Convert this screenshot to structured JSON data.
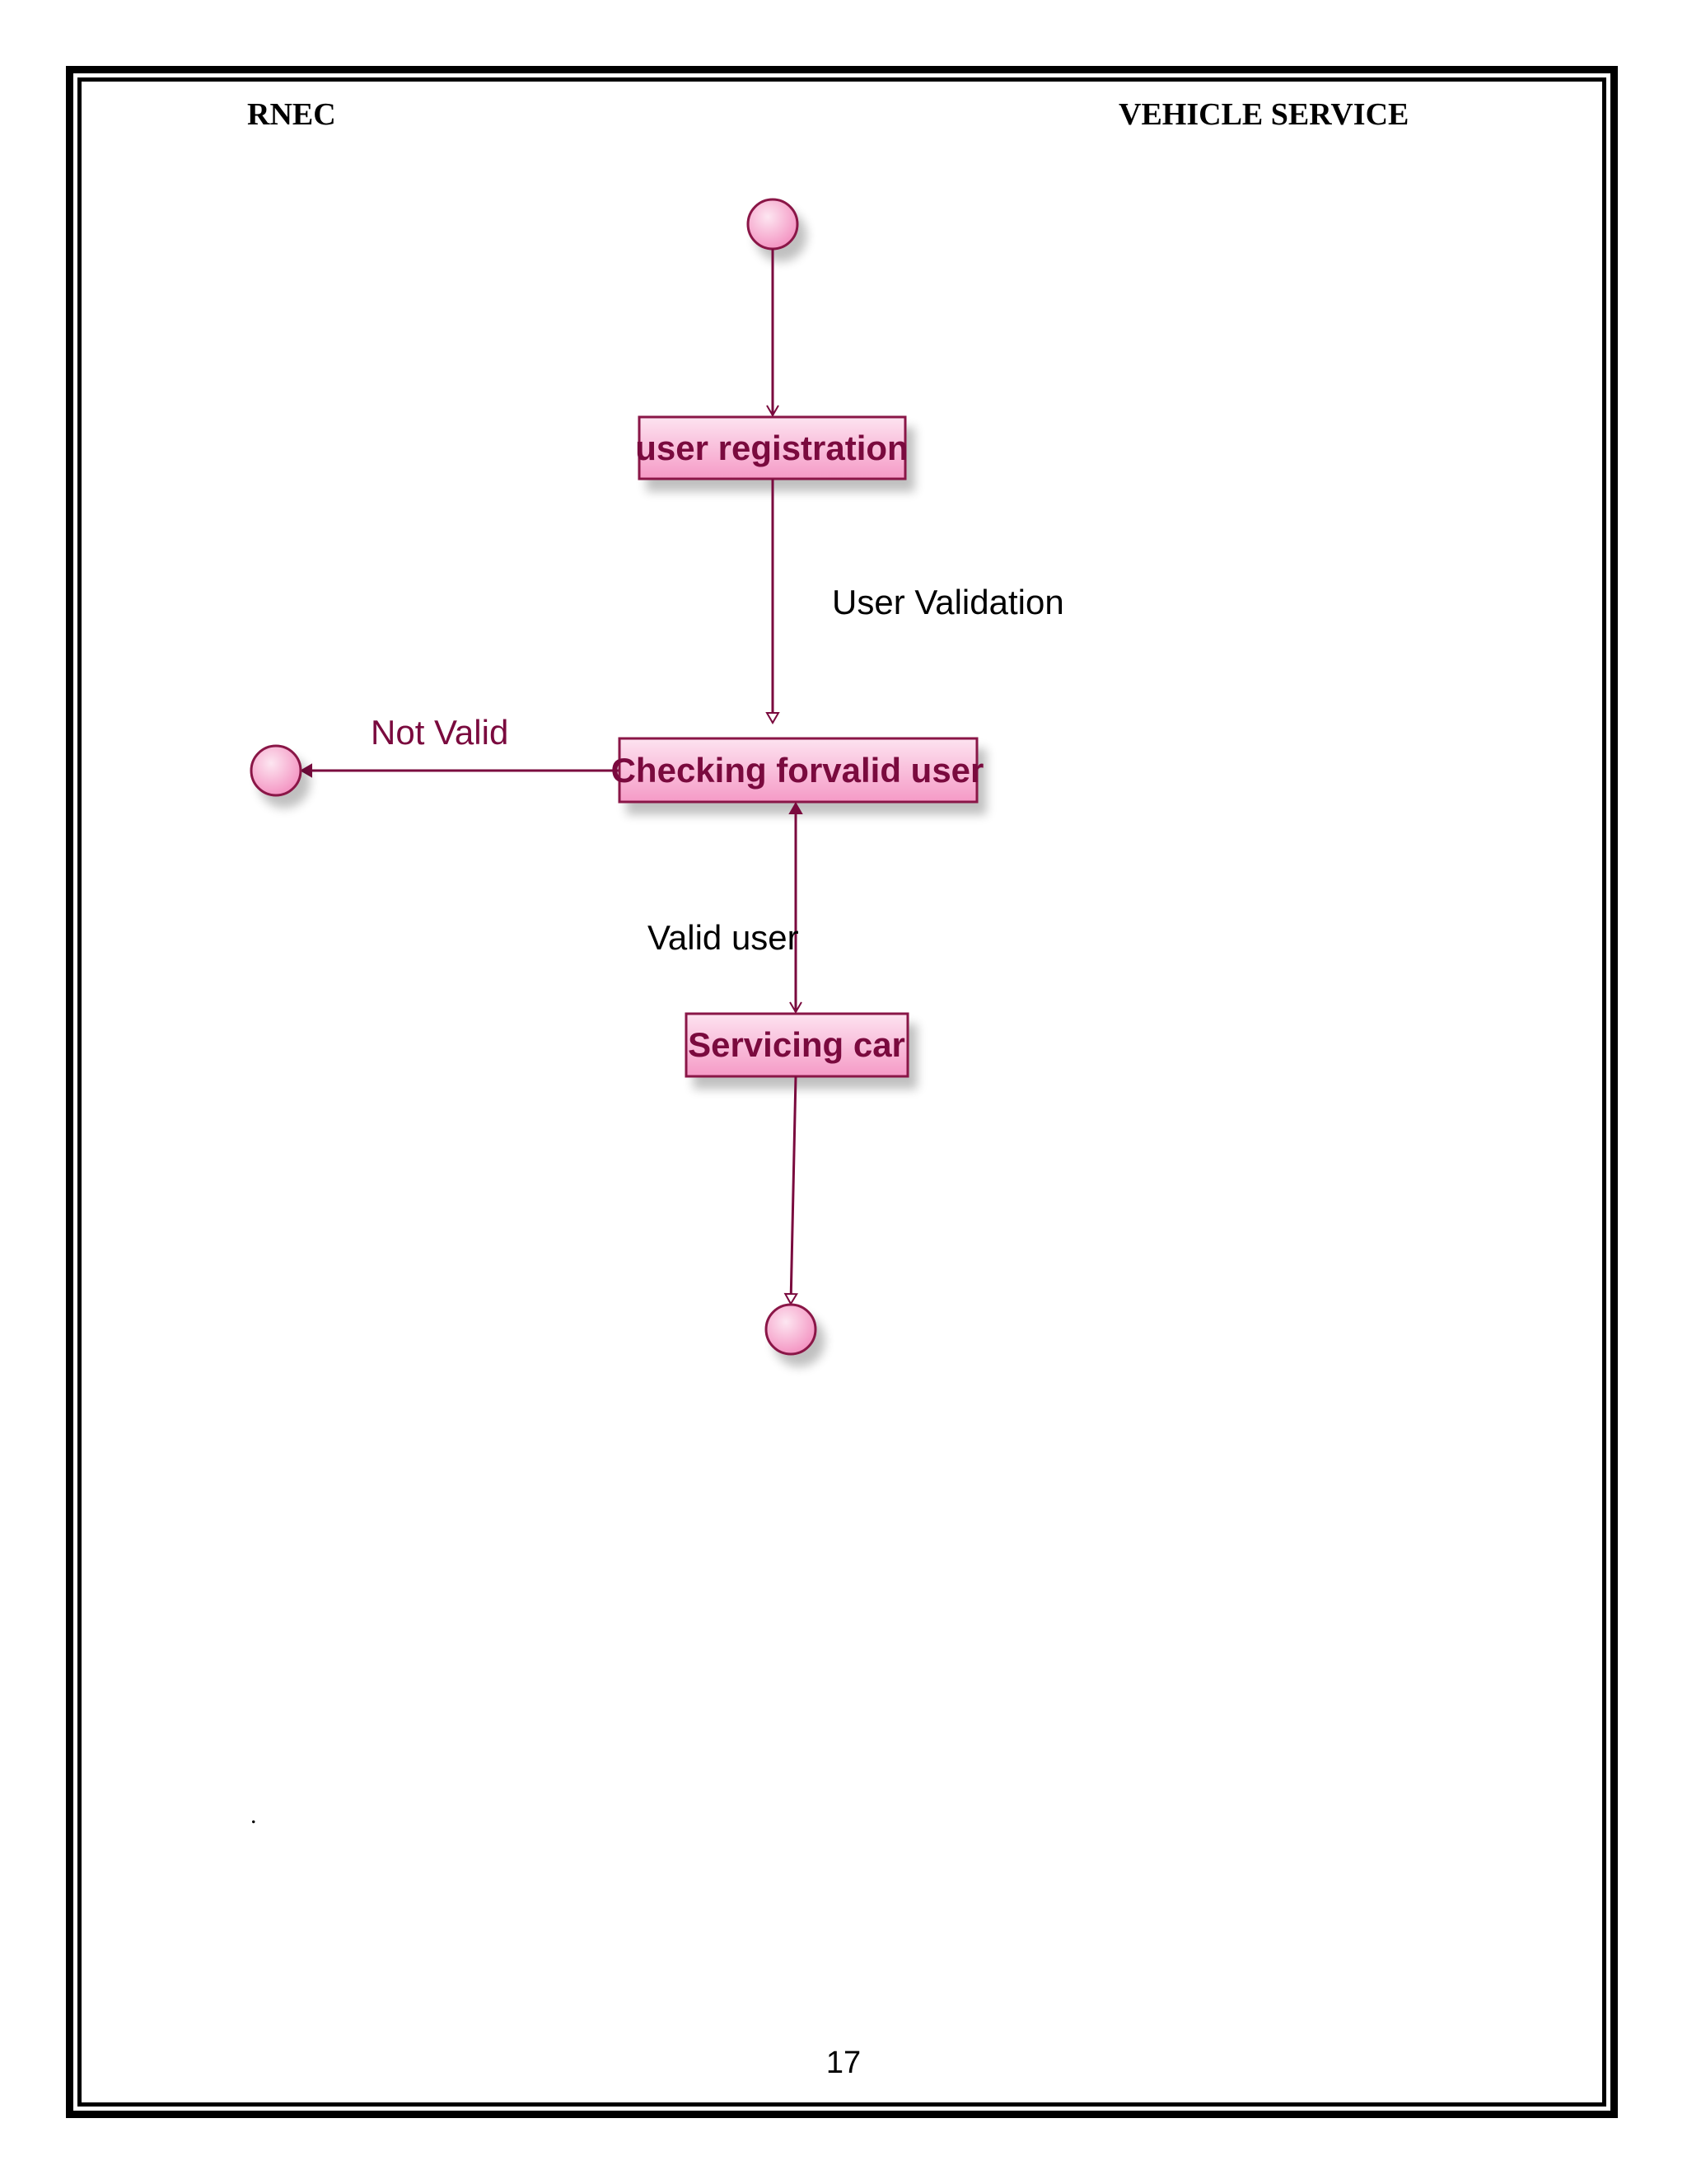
{
  "header": {
    "left": "RNEC",
    "right": "VEHICLE SERVICE"
  },
  "diagram": {
    "states": {
      "user_registration": "user registration",
      "checking_valid_user": "Checking forvalid user",
      "servicing_car": "Servicing car"
    },
    "transitions": {
      "user_validation": "User Validation",
      "not_valid": "Not Valid",
      "valid_user": "Valid user"
    }
  },
  "footer": {
    "page_number": "17",
    "stray_mark": "."
  },
  "colors": {
    "node_fill": "#f7a6cf",
    "node_stroke": "#8a1446",
    "text": "#7a0a3e"
  }
}
